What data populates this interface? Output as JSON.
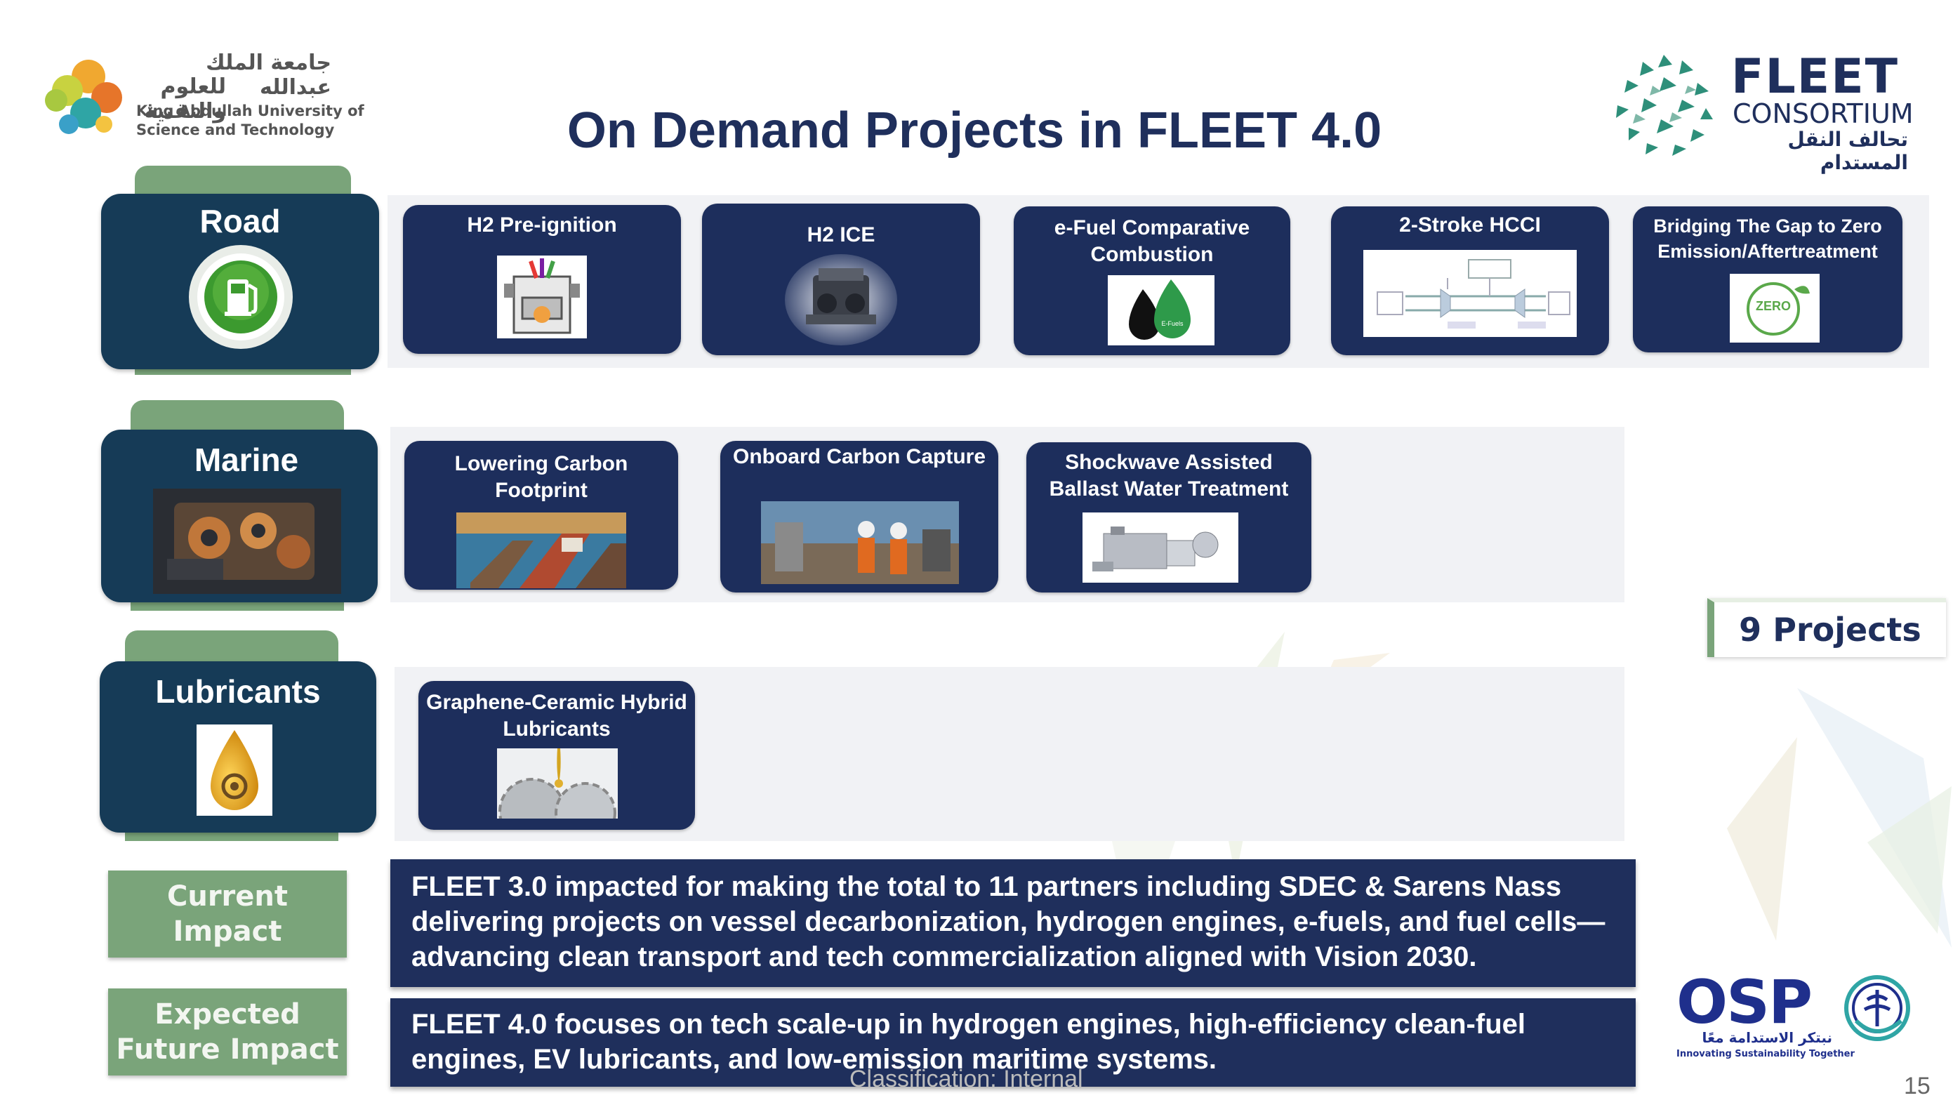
{
  "header": {
    "title": "On Demand Projects in FLEET 4.0",
    "kaust": {
      "arabic_line1": "جامعة الملك عبدالله",
      "arabic_line2": "للعلوم والتقنية",
      "english_line1": "King Abdullah University of",
      "english_line2": "Science and Technology"
    },
    "fleet_logo": {
      "name": "FLEET",
      "subtitle": "CONSORTIUM",
      "arabic": "تحالف النقل المستدام"
    }
  },
  "rows": [
    {
      "category": "Road",
      "icon": "fuel-pump-icon",
      "cards": [
        {
          "title": "H2 Pre-ignition",
          "image": "engine-piston-illustration"
        },
        {
          "title": "H2 ICE",
          "image": "engine-photo"
        },
        {
          "title": "e-Fuel Comparative Combustion",
          "image": "e-fuel-drop-icon",
          "image_label": "E-Fuels"
        },
        {
          "title": "2-Stroke HCCI",
          "image": "schematic-diagram"
        },
        {
          "title": "Bridging The Gap to Zero Emission/Aftertreatment",
          "image": "zero-emission-badge",
          "image_label": "ZERO"
        }
      ]
    },
    {
      "category": "Marine",
      "icon": "engine-photo",
      "cards": [
        {
          "title": "Lowering Carbon Footprint",
          "image": "ships-photo"
        },
        {
          "title": "Onboard Carbon Capture",
          "image": "workers-photo"
        },
        {
          "title": "Shockwave Assisted Ballast Water Treatment",
          "image": "machine-render"
        }
      ]
    },
    {
      "category": "Lubricants",
      "icon": "oil-drop-icon",
      "cards": [
        {
          "title": "Graphene-Ceramic Hybrid Lubricants",
          "image": "gears-oil-photo"
        }
      ]
    }
  ],
  "projects_badge": "9 Projects",
  "impact": {
    "current_label": "Current Impact",
    "current_text": "FLEET 3.0 impacted for making the total to 11 partners including SDEC & Sarens Nass delivering projects on vessel decarbonization, hydrogen engines, e-fuels, and fuel cells—advancing clean transport and tech commercialization aligned with Vision 2030.",
    "expected_label": "Expected Future Impact",
    "expected_text": "FLEET 4.0 focuses on tech scale-up in hydrogen engines, high-efficiency clean-fuel engines, EV lubricants, and low-emission maritime systems."
  },
  "osp_logo": {
    "name": "OSP",
    "arabic": "نبتكر الاستدامة معًا",
    "tagline": "Innovating Sustainability Together"
  },
  "footer": {
    "classification": "Classification: Internal",
    "page_number": "15"
  },
  "colors": {
    "navy": "#1f2f5c",
    "category_teal": "#163b57",
    "accent_green": "#7aa47a",
    "band_gray": "#f1f2f5"
  }
}
